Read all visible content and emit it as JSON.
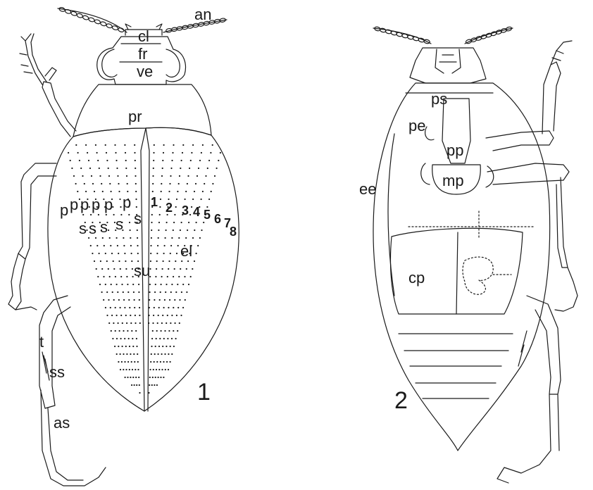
{
  "colors": {
    "ink": "#1a1a1a",
    "paper": "#ffffff"
  },
  "figure1": {
    "number": "1",
    "labels": {
      "an": "an",
      "cl": "cl",
      "fr": "fr",
      "ve": "ve",
      "pr": "pr",
      "su": "su",
      "el": "el",
      "t": "t",
      "ss_leg": "ss",
      "as": "as",
      "p_row": [
        "p",
        "p",
        "p",
        "p",
        "p",
        "p"
      ],
      "s_row": [
        "s",
        "s",
        "s",
        "s",
        "s"
      ],
      "striae": [
        "1",
        "2",
        "3",
        "4",
        "5",
        "6",
        "7",
        "8"
      ]
    }
  },
  "figure2": {
    "number": "2",
    "labels": {
      "ps": "ps",
      "pe": "pe",
      "pp": "pp",
      "mp": "mp",
      "ee": "ee",
      "cp": "cp"
    }
  }
}
